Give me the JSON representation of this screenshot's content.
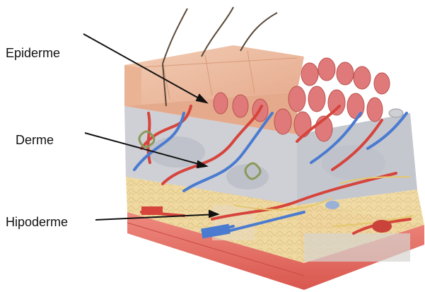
{
  "diagram": {
    "labels": {
      "epiderme": "Epiderme",
      "derme": "Derme",
      "hipoderme": "Hipoderme"
    },
    "colors": {
      "epidermis_skin": "#e9b394",
      "dermis_papilla": "#e07a7a",
      "dermis_tissue": "#c9cbd2",
      "hypodermis_fat": "#efd9a0",
      "base_muscle": "#e46c62",
      "artery": "#d6443c",
      "vein": "#4a7bd0",
      "nerve": "#e4c86a",
      "hair": "#5a4a3a",
      "gland": "#8a9a5a",
      "pointer_line": "#111111"
    }
  }
}
